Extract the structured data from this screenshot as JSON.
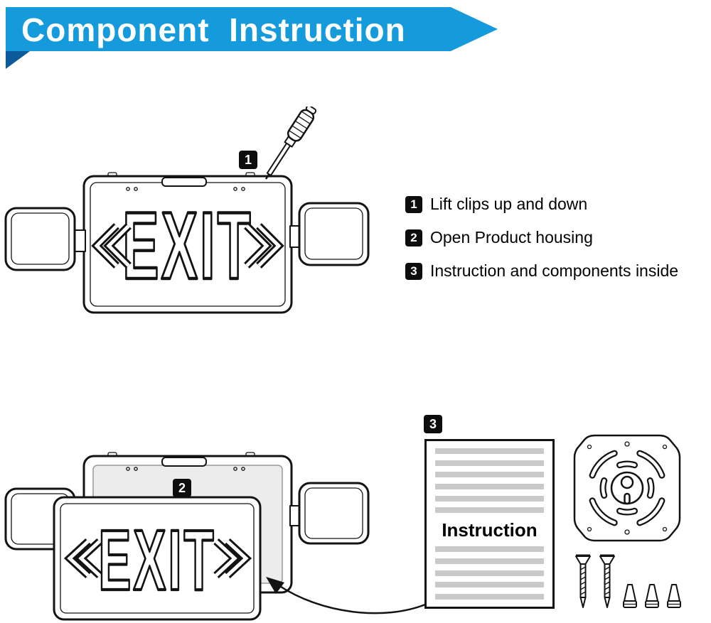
{
  "header": {
    "title": "Component  Instruction"
  },
  "colors": {
    "banner_blue": "#159bdb",
    "banner_fold": "#0c5a9a",
    "ink": "#131313",
    "stripe_gray": "#c9c9c9",
    "interior_gray": "#ececec"
  },
  "steps": [
    {
      "num": "1",
      "label": "Lift clips up and down"
    },
    {
      "num": "2",
      "label": "Open Product housing"
    },
    {
      "num": "3",
      "label": "Instruction and components inside"
    }
  ],
  "diagram": {
    "exit_text": "EXIT",
    "markers": [
      "1",
      "2",
      "3"
    ],
    "booklet_title": "Instruction",
    "icons": [
      "screwdriver-icon",
      "double-chevron-left-icon",
      "double-chevron-right-icon",
      "leader-arrow-icon",
      "mounting-plate-icon",
      "screw-icon",
      "wall-anchor-icon"
    ]
  }
}
